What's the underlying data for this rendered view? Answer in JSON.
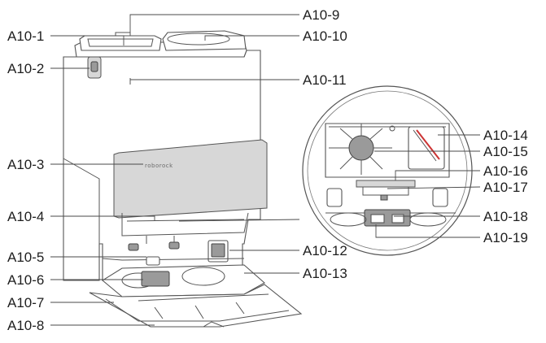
{
  "brand_text": "roborock",
  "labels_left": [
    {
      "id": "A10-1",
      "text": "A10-1"
    },
    {
      "id": "A10-2",
      "text": "A10-2"
    },
    {
      "id": "A10-3",
      "text": "A10-3"
    },
    {
      "id": "A10-4",
      "text": "A10-4"
    },
    {
      "id": "A10-5",
      "text": "A10-5"
    },
    {
      "id": "A10-6",
      "text": "A10-6"
    },
    {
      "id": "A10-7",
      "text": "A10-7"
    },
    {
      "id": "A10-8",
      "text": "A10-8"
    }
  ],
  "labels_right": [
    {
      "id": "A10-9",
      "text": "A10-9"
    },
    {
      "id": "A10-10",
      "text": "A10-10"
    },
    {
      "id": "A10-11",
      "text": "A10-11"
    },
    {
      "id": "A10-12",
      "text": "A10-12"
    },
    {
      "id": "A10-13",
      "text": "A10-13"
    },
    {
      "id": "A10-14",
      "text": "A10-14"
    },
    {
      "id": "A10-15",
      "text": "A10-15"
    },
    {
      "id": "A10-16",
      "text": "A10-16"
    },
    {
      "id": "A10-17",
      "text": "A10-17"
    },
    {
      "id": "A10-18",
      "text": "A10-18"
    },
    {
      "id": "A10-19",
      "text": "A10-19"
    }
  ]
}
